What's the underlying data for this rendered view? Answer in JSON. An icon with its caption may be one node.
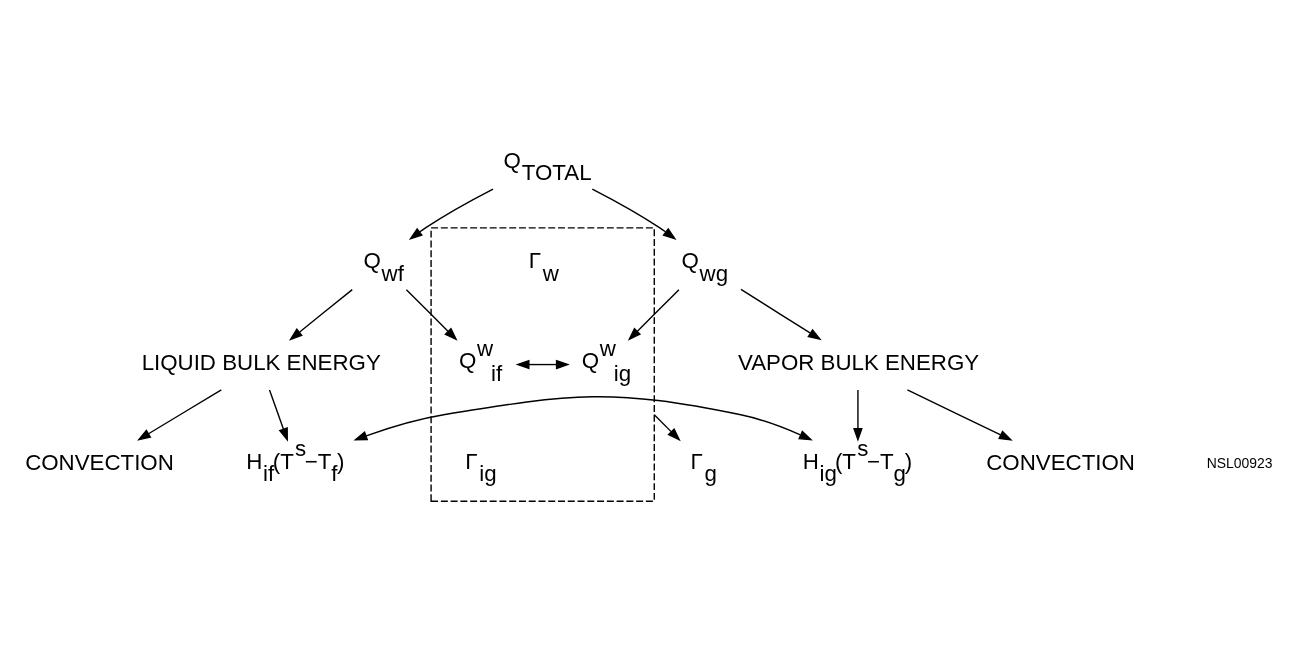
{
  "diagram": {
    "nodes": [
      {
        "text": [
          "Q$_{TOTAL}$"
        ]
      },
      {
        "text": [
          "Q$_{wf}$"
        ]
      },
      {
        "text": [
          "Q$_{wg}$"
        ]
      },
      {
        "text": [
          "LIQUID BULK ENERGY"
        ]
      },
      {
        "text": [
          "VAPOR BULK ENERGY"
        ]
      },
      {
        "text": [],
        "shape": "box"
      },
      {
        "text": [
          "Q$^{w}$$_{if}$"
        ],
        "in": 5
      },
      {
        "text": [
          "Q$^{w}$$_{ig}$"
        ],
        "in": 5
      },
      {
        "text": [
          "H$_{if}$(T$^{s}$−T$_{f}$)"
        ]
      },
      {
        "text": [
          "H$_{ig}$(T$^{s}$−T$_{g}$)"
        ]
      },
      {
        "text": [
          "CONVECTION"
        ]
      },
      {
        "text": [
          "CONVECTION"
        ]
      },
      {
        "text": [
          "Γ$_{g}$"
        ]
      }
    ],
    "edges": [
      {
        "from": 0,
        "to": 1,
        "arrow": "to"
      },
      {
        "from": 0,
        "to": 2,
        "arrow": "to"
      },
      {
        "from": 1,
        "to": 3,
        "arrow": "to"
      },
      {
        "from": 1,
        "to": 6,
        "arrow": "to"
      },
      {
        "from": 2,
        "to": 7,
        "arrow": "to"
      },
      {
        "from": 2,
        "to": 4,
        "arrow": "to"
      },
      {
        "from": 6,
        "to": 7,
        "arrow": "both"
      },
      {
        "from": 3,
        "to": 10,
        "arrow": "to"
      },
      {
        "from": 3,
        "to": 8,
        "arrow": "to"
      },
      {
        "from": 4,
        "to": 9,
        "arrow": "to"
      },
      {
        "from": 4,
        "to": 11,
        "arrow": "to"
      },
      {
        "from": 8,
        "to": 9,
        "arrow": "both"
      },
      {
        "from": 5,
        "to": 12,
        "arrow": "to"
      }
    ],
    "labels": [
      "Γ$_{w}$",
      "Γ$_{ig}$",
      "NSL00923"
    ]
  }
}
